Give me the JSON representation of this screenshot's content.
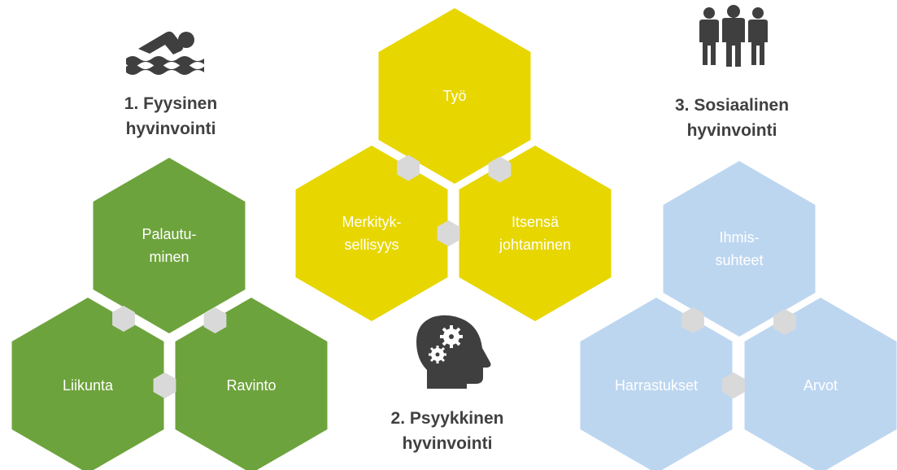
{
  "colors": {
    "physical": "#6da33c",
    "psychological": "#e7d600",
    "social": "#bdd6f0",
    "connector": "#d9d9d9",
    "icon": "#3f3f3f",
    "title": "#404040",
    "hex_text": "#ffffff"
  },
  "groups": [
    {
      "id": "physical",
      "icon": "swimmer-icon",
      "title": [
        "1. Fyysinen",
        "hyvinvointi"
      ],
      "hexagons": {
        "top": [
          "Palautu-",
          "minen"
        ],
        "left": [
          "Liikunta"
        ],
        "right": [
          "Ravinto"
        ]
      }
    },
    {
      "id": "psychological",
      "icon": "head-gears-icon",
      "title": [
        "2. Psyykkinen",
        "hyvinvointi"
      ],
      "hexagons": {
        "top": [
          "Työ"
        ],
        "left": [
          "Merkityk-",
          "sellisyys"
        ],
        "right": [
          "Itsensä",
          "johtaminen"
        ]
      }
    },
    {
      "id": "social",
      "icon": "people-group-icon",
      "title": [
        "3. Sosiaalinen",
        "hyvinvointi"
      ],
      "hexagons": {
        "top": [
          "Ihmis-",
          "suhteet"
        ],
        "left": [
          "Harrastukset"
        ],
        "right": [
          "Arvot"
        ]
      }
    }
  ]
}
